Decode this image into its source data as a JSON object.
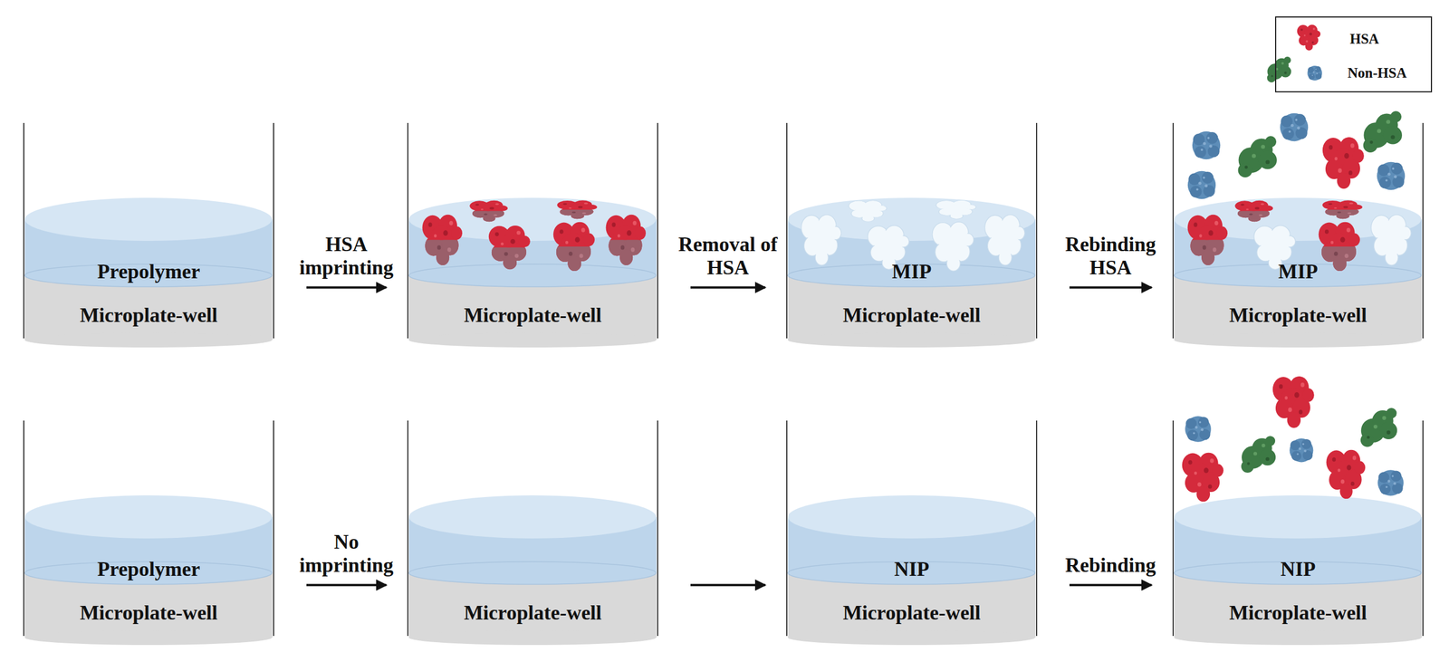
{
  "diagram": {
    "nodes": [
      {
        "text": [
          "Prepolymer",
          "Microplate-well"
        ]
      },
      {
        "text": [
          "Microplate-well"
        ]
      },
      {
        "text": [
          "MIP",
          "Microplate-well"
        ]
      },
      {
        "text": [
          "MIP",
          "Microplate-well"
        ]
      },
      {
        "text": [
          "Prepolymer",
          "Microplate-well"
        ]
      },
      {
        "text": [
          "Microplate-well"
        ]
      },
      {
        "text": [
          "NIP",
          "Microplate-well"
        ]
      },
      {
        "text": [
          "NIP",
          "Microplate-well"
        ]
      }
    ],
    "edges": [
      {
        "from": 0,
        "to": 1,
        "arrow": "to",
        "label": "HSA imprinting"
      },
      {
        "from": 1,
        "to": 2,
        "arrow": "to",
        "label": "Removal of HSA"
      },
      {
        "from": 2,
        "to": 3,
        "arrow": "to",
        "label": "Rebinding HSA"
      },
      {
        "from": 4,
        "to": 5,
        "arrow": "to",
        "label": "No imprinting"
      },
      {
        "from": 5,
        "to": 6,
        "arrow": "to"
      },
      {
        "from": 6,
        "to": 7,
        "arrow": "to",
        "label": "Rebinding"
      }
    ],
    "legend": [
      {
        "text": "HSA"
      },
      {
        "text": "Non-HSA"
      }
    ]
  }
}
